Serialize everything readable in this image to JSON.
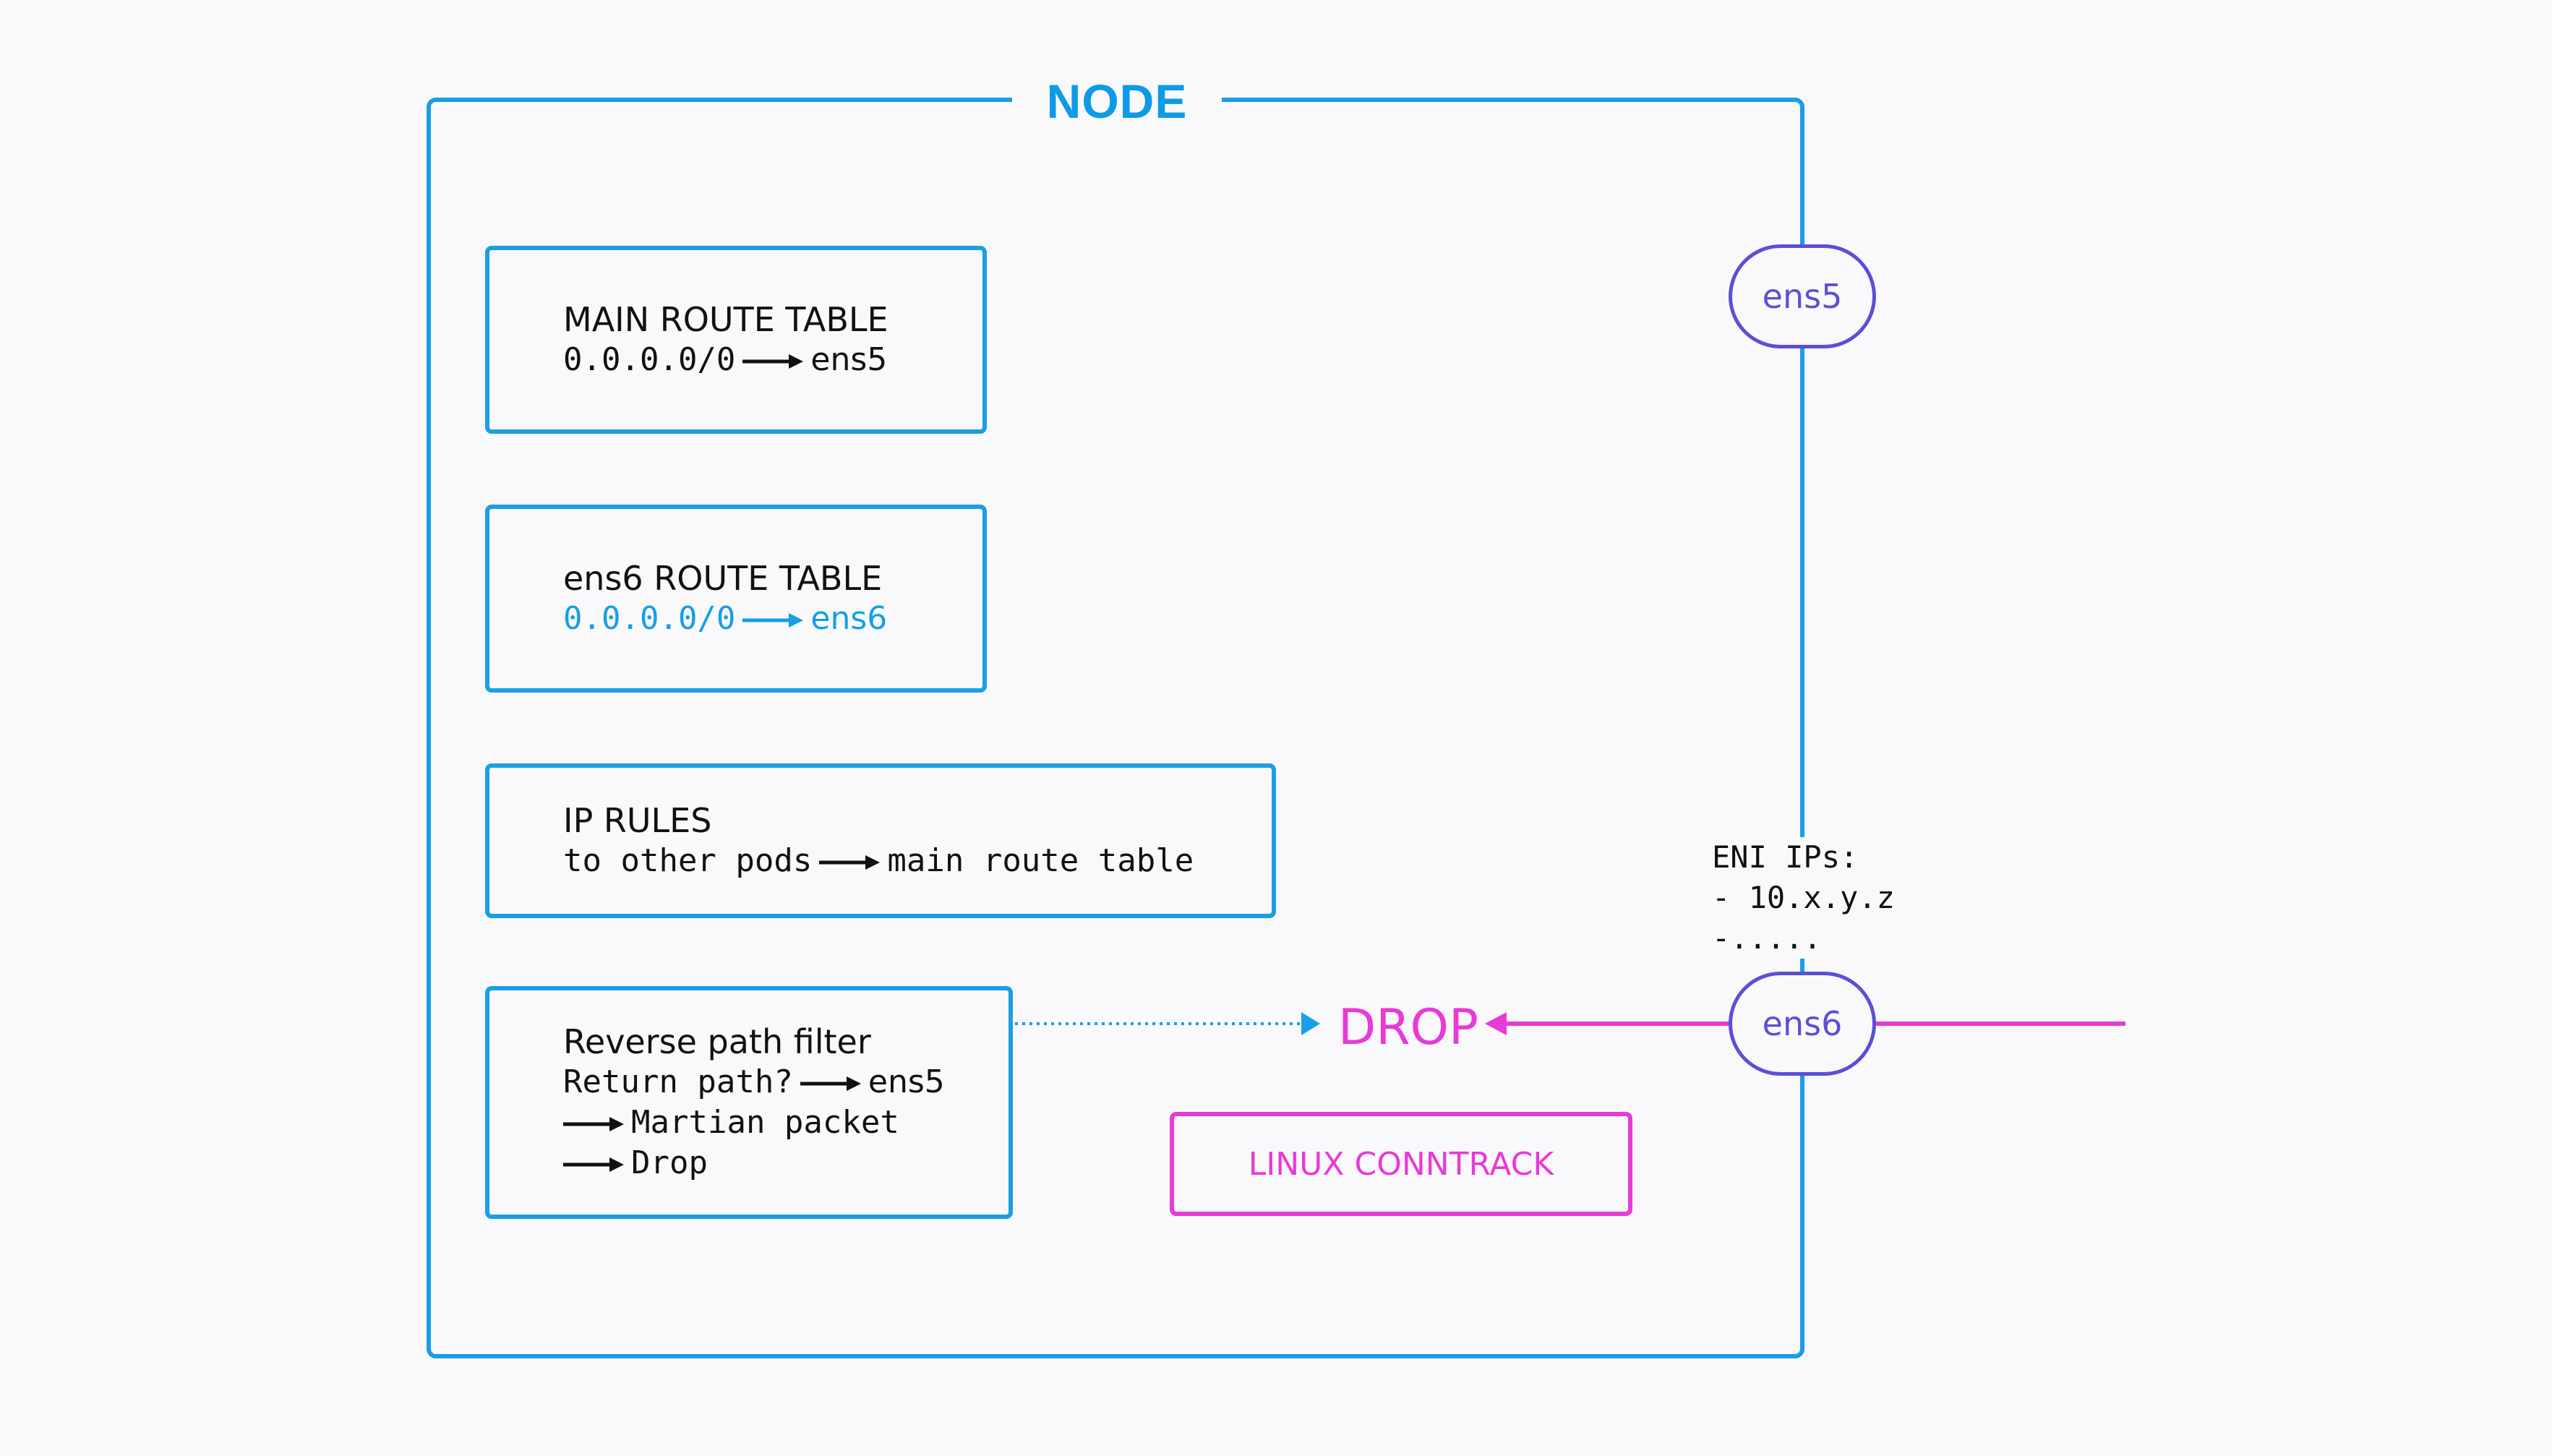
{
  "node": {
    "title": "NODE"
  },
  "main_route_table": {
    "title": "MAIN ROUTE TABLE",
    "route_cidr": "0.0.0.0/0",
    "route_target": "ens5"
  },
  "ens6_route_table": {
    "title": "ens6 ROUTE TABLE",
    "route_cidr": "0.0.0.0/0",
    "route_target": "ens6"
  },
  "ip_rules": {
    "title": "IP RULES",
    "rule_source": "to other pods",
    "rule_target": "main route table"
  },
  "reverse_path_filter": {
    "title": "Reverse path filter",
    "line1_label": "Return path?",
    "line1_target": "ens5",
    "line2": "Martian packet",
    "line3": "Drop"
  },
  "interfaces": {
    "ens5": "ens5",
    "ens6": "ens6"
  },
  "eni": {
    "label": "ENI IPs:",
    "ip1": "- 10.x.y.z",
    "ip2": "-....."
  },
  "drop_label": "DROP",
  "conntrack_label": "LINUX CONNTRACK",
  "colors": {
    "node_blue": "#1a9ee6",
    "interface_purple": "#5b4fd6",
    "drop_magenta": "#e83ad6"
  }
}
